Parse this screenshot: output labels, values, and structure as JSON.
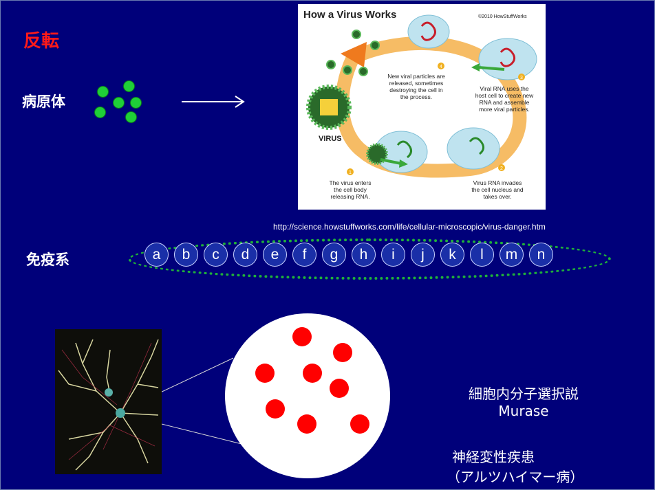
{
  "slide": {
    "title": "反転",
    "pathogen_label": "病原体",
    "immune_label": "免疫系",
    "url": "http://science.howstuffworks.com/life/cellular-microscopic/virus-danger.htm",
    "immune_cells": [
      "a",
      "b",
      "c",
      "d",
      "e",
      "f",
      "g",
      "h",
      "i",
      "j",
      "k",
      "l",
      "m",
      "n"
    ],
    "theory_line1": "細胞内分子選択説",
    "theory_line2": "Murase",
    "disease_line1": "神経変性疾患",
    "disease_line2": "（アルツハイマー病）"
  },
  "figure": {
    "title": "How a Virus Works",
    "copyright": "©2010 HowStuffWorks",
    "virus_label": "VIRUS",
    "steps": [
      {
        "num": "1",
        "lines": [
          "The virus enters",
          "the cell body",
          "releasing RNA."
        ]
      },
      {
        "num": "2",
        "lines": [
          "Virus RNA invades",
          "the cell nucleus and",
          "takes over."
        ]
      },
      {
        "num": "3",
        "lines": [
          "Viral RNA uses the",
          "host cell to create new",
          "RNA and assemble",
          "more viral particles."
        ]
      },
      {
        "num": "4",
        "lines": [
          "New viral particles are",
          "released, sometimes",
          "destroying the cell in",
          "the  process."
        ]
      }
    ]
  },
  "colors": {
    "background": "#00007a",
    "title": "#ff1a1a",
    "pathogen": "#1fcf38",
    "inverted_particle": "#ff0000"
  }
}
